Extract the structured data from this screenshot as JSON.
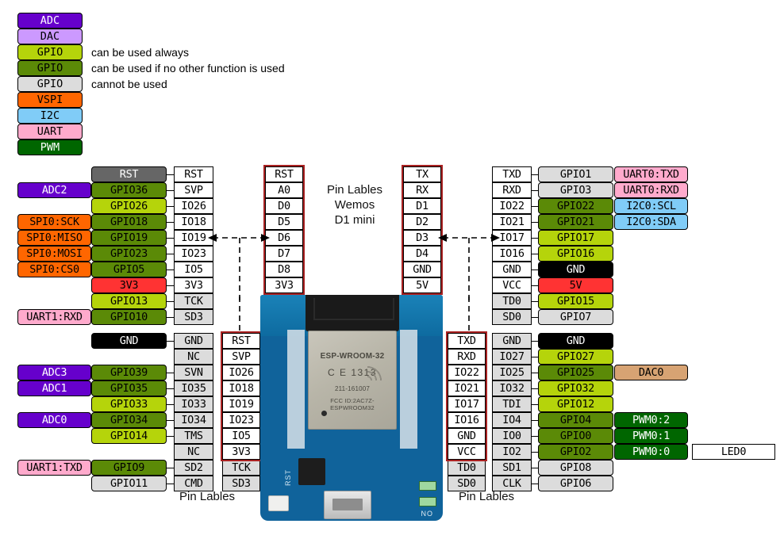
{
  "title": "ESP32 D1 mini pinout",
  "legend": {
    "items": [
      {
        "label": "ADC",
        "color": "#6600cc",
        "cls": "c-adc",
        "note": ""
      },
      {
        "label": "DAC",
        "color": "#cc99ff",
        "cls": "c-dac",
        "note": ""
      },
      {
        "label": "GPIO",
        "color": "#b5d40b",
        "cls": "c-gpio1",
        "note": "can be used always"
      },
      {
        "label": "GPIO",
        "color": "#5b8a07",
        "cls": "c-gpio2",
        "note": "can be used if no other function is used"
      },
      {
        "label": "GPIO",
        "color": "#dcdcdc",
        "cls": "c-gpio3",
        "note": "cannot be used"
      },
      {
        "label": "VSPI",
        "color": "#ff6600",
        "cls": "c-vspi",
        "note": ""
      },
      {
        "label": "I2C",
        "color": "#80ccf7",
        "cls": "c-i2c",
        "note": ""
      },
      {
        "label": "UART",
        "color": "#ffaacc",
        "cls": "c-uart",
        "note": ""
      },
      {
        "label": "PWM",
        "color": "#006600",
        "cls": "c-pwm",
        "note": ""
      }
    ]
  },
  "center_note": {
    "line1": "Pin Lables",
    "line2": "Wemos",
    "line3": "D1 mini"
  },
  "footer": {
    "left_label": "Pin Lables",
    "right_label": "Pin Lables"
  },
  "board": {
    "module": "ESP-WROOM-32",
    "ce": "1313",
    "ce_mark": "C E",
    "rid": "211-161007",
    "fcc": "FCC ID:2AC7Z-ESPWROOM32",
    "rst_text": "RST",
    "no_text": "NO"
  },
  "blocks": {
    "top_left": {
      "func": [
        "",
        "ADC2",
        "",
        "SPI0:SCK",
        "SPI0:MISO",
        "SPI0:MOSI",
        "SPI0:CS0",
        "",
        "",
        "UART1:RXD"
      ],
      "func_cls": [
        "",
        "c-adc",
        "",
        "c-vspi",
        "c-vspi",
        "c-vspi",
        "c-vspi",
        "",
        "",
        "c-uart"
      ],
      "gpio": [
        "RST",
        "GPIO36",
        "GPIO26",
        "GPIO18",
        "GPIO19",
        "GPIO23",
        "GPIO5",
        "3V3",
        "GPIO13",
        "GPIO10"
      ],
      "gpio_cls": [
        "c-rst",
        "c-gpio2",
        "c-gpio1",
        "c-gpio2",
        "c-gpio2",
        "c-gpio2",
        "c-gpio2",
        "c-3v3",
        "c-gpio1",
        "c-gpio2"
      ],
      "pin": [
        "RST",
        "SVP",
        "IO26",
        "IO18",
        "IO19",
        "IO23",
        "IO5",
        "3V3",
        "TCK",
        "SD3"
      ],
      "pin_cls": [
        "c-white",
        "c-white",
        "c-white",
        "c-white",
        "c-white",
        "c-white",
        "c-white",
        "c-white",
        "c-gpio3",
        "c-gpio3"
      ]
    },
    "bottom_left": {
      "func": [
        "",
        "",
        "ADC3",
        "ADC1",
        "",
        "ADC0",
        "",
        "",
        "UART1:TXD",
        ""
      ],
      "func_cls": [
        "",
        "",
        "c-adc",
        "c-adc",
        "",
        "c-adc",
        "",
        "",
        "c-uart",
        ""
      ],
      "gpio": [
        "GND",
        "",
        "GPIO39",
        "GPIO35",
        "GPIO33",
        "GPIO34",
        "GPIO14",
        "",
        "GPIO9",
        "GPIO11"
      ],
      "gpio_cls": [
        "c-gnd",
        "",
        "c-gpio2",
        "c-gpio2",
        "c-gpio1",
        "c-gpio2",
        "c-gpio1",
        "",
        "c-gpio2",
        "c-gpio3"
      ],
      "pin": [
        "GND",
        "NC",
        "SVN",
        "IO35",
        "IO33",
        "IO34",
        "TMS",
        "NC",
        "SD2",
        "CMD"
      ],
      "pin_cls": [
        "c-gpio3",
        "c-gpio3",
        "c-gpio3",
        "c-gpio3",
        "c-gpio3",
        "c-gpio3",
        "c-gpio3",
        "c-gpio3",
        "c-gpio3",
        "c-gpio3"
      ]
    },
    "top_mid_left": {
      "wemos": [
        "RST",
        "A0",
        "D0",
        "D5",
        "D6",
        "D7",
        "D8",
        "3V3"
      ]
    },
    "bottom_mid_left": {
      "wemos": [
        "RST",
        "SVP",
        "IO26",
        "IO18",
        "IO19",
        "IO23",
        "IO5",
        "3V3"
      ],
      "extra": [
        "TCK",
        "SD3"
      ],
      "extra_cls": [
        "c-gpio3",
        "c-gpio3"
      ]
    },
    "top_mid_right": {
      "wemos": [
        "TX",
        "RX",
        "D1",
        "D2",
        "D3",
        "D4",
        "GND",
        "5V"
      ]
    },
    "bottom_mid_right": {
      "wemos": [
        "TXD",
        "RXD",
        "IO22",
        "IO21",
        "IO17",
        "IO16",
        "GND",
        "VCC"
      ],
      "extra": [
        "TD0",
        "SD0"
      ],
      "extra_cls": [
        "c-gpio3",
        "c-gpio3"
      ]
    },
    "top_right": {
      "pin": [
        "TXD",
        "RXD",
        "IO22",
        "IO21",
        "IO17",
        "IO16",
        "GND",
        "VCC",
        "TD0",
        "SD0"
      ],
      "pin_cls": [
        "c-white",
        "c-white",
        "c-white",
        "c-white",
        "c-white",
        "c-white",
        "c-white",
        "c-white",
        "c-gpio3",
        "c-gpio3"
      ],
      "gpio": [
        "GPIO1",
        "GPIO3",
        "GPIO22",
        "GPIO21",
        "GPIO17",
        "GPIO16",
        "GND",
        "5V",
        "GPIO15",
        "GPIO7"
      ],
      "gpio_cls": [
        "c-gpio3",
        "c-gpio3",
        "c-gpio2",
        "c-gpio2",
        "c-gpio1",
        "c-gpio1",
        "c-gnd",
        "c-3v3",
        "c-gpio1",
        "c-gpio3"
      ],
      "func": [
        "UART0:TXD",
        "UART0:RXD",
        "I2C0:SCL",
        "I2C0:SDA",
        "",
        "",
        "",
        "",
        "",
        ""
      ],
      "func_cls": [
        "c-uart",
        "c-uart",
        "c-i2c",
        "c-i2c",
        "",
        "",
        "",
        "",
        "",
        ""
      ]
    },
    "bottom_right": {
      "pin": [
        "GND",
        "IO27",
        "IO25",
        "IO32",
        "TDI",
        "IO4",
        "IO0",
        "IO2",
        "SD1",
        "CLK"
      ],
      "pin_cls": [
        "c-gpio3",
        "c-gpio3",
        "c-gpio3",
        "c-gpio3",
        "c-gpio3",
        "c-gpio3",
        "c-gpio3",
        "c-gpio3",
        "c-gpio3",
        "c-gpio3"
      ],
      "gpio": [
        "GND",
        "GPIO27",
        "GPIO25",
        "GPIO32",
        "GPIO12",
        "GPIO4",
        "GPIO0",
        "GPIO2",
        "GPIO8",
        "GPIO6"
      ],
      "gpio_cls": [
        "c-gnd",
        "c-gpio1",
        "c-gpio2",
        "c-gpio1",
        "c-gpio1",
        "c-gpio2",
        "c-gpio2",
        "c-gpio2",
        "c-gpio3",
        "c-gpio3"
      ],
      "func": [
        "",
        "",
        "DAC0",
        "",
        "",
        "PWM0:2",
        "PWM0:1",
        "PWM0:0",
        "",
        ""
      ],
      "func_cls": [
        "",
        "",
        "c-dac0",
        "",
        "",
        "c-pwm",
        "c-pwm",
        "c-pwm",
        "",
        ""
      ],
      "extra": [
        "",
        "",
        "",
        "",
        "",
        "",
        "",
        "LED0",
        "",
        ""
      ],
      "extra_cls": [
        "",
        "",
        "",
        "",
        "",
        "",
        "",
        "c-white",
        "",
        ""
      ]
    }
  }
}
